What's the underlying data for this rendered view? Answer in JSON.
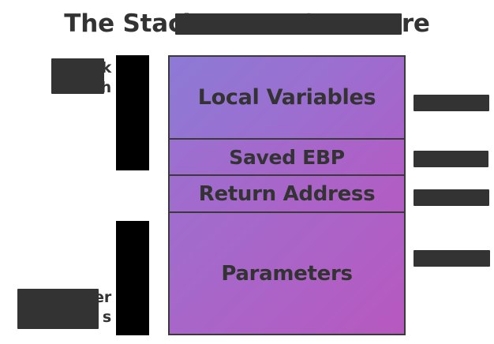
{
  "diagram": {
    "title": "The Stack Frame Structure",
    "title_visible_prefix": "T",
    "title_visible_suffix": "e",
    "type": "stack-frame-layout",
    "accent_gradient_start": "#8d7ad6",
    "accent_gradient_end": "#b758c0",
    "border_color": "#3a3a3a",
    "text_color": "#333333",
    "redaction_color": "#333333",
    "arrow_color": "#000000",
    "background": "#ffffff"
  },
  "frame": {
    "cells": [
      {
        "label": "Local Variables",
        "name": "local-variables"
      },
      {
        "label": "Saved EBP",
        "name": "saved-ebp"
      },
      {
        "label": "Return Address",
        "name": "return-address"
      },
      {
        "label": "Parameters",
        "name": "parameters"
      }
    ]
  },
  "left_labels": {
    "growth": {
      "line1": "k",
      "line2": "G         h",
      "full": "Stack Growth",
      "redacted": true
    },
    "addresses": {
      "line1": "er",
      "line2": "A          s",
      "full": "Higher Addresses",
      "redacted": true
    }
  },
  "left_arrows": [
    {
      "name": "stack-growth-arrow",
      "redacted": true
    },
    {
      "name": "higher-addresses-arrow",
      "redacted": true
    }
  ],
  "right_annotations": [
    {
      "name": "annotation-local-variables",
      "redacted": true,
      "text": ""
    },
    {
      "name": "annotation-saved-ebp",
      "redacted": true,
      "text": ""
    },
    {
      "name": "annotation-return-address",
      "redacted": true,
      "text": ""
    },
    {
      "name": "annotation-parameters",
      "redacted": true,
      "text": ""
    }
  ]
}
